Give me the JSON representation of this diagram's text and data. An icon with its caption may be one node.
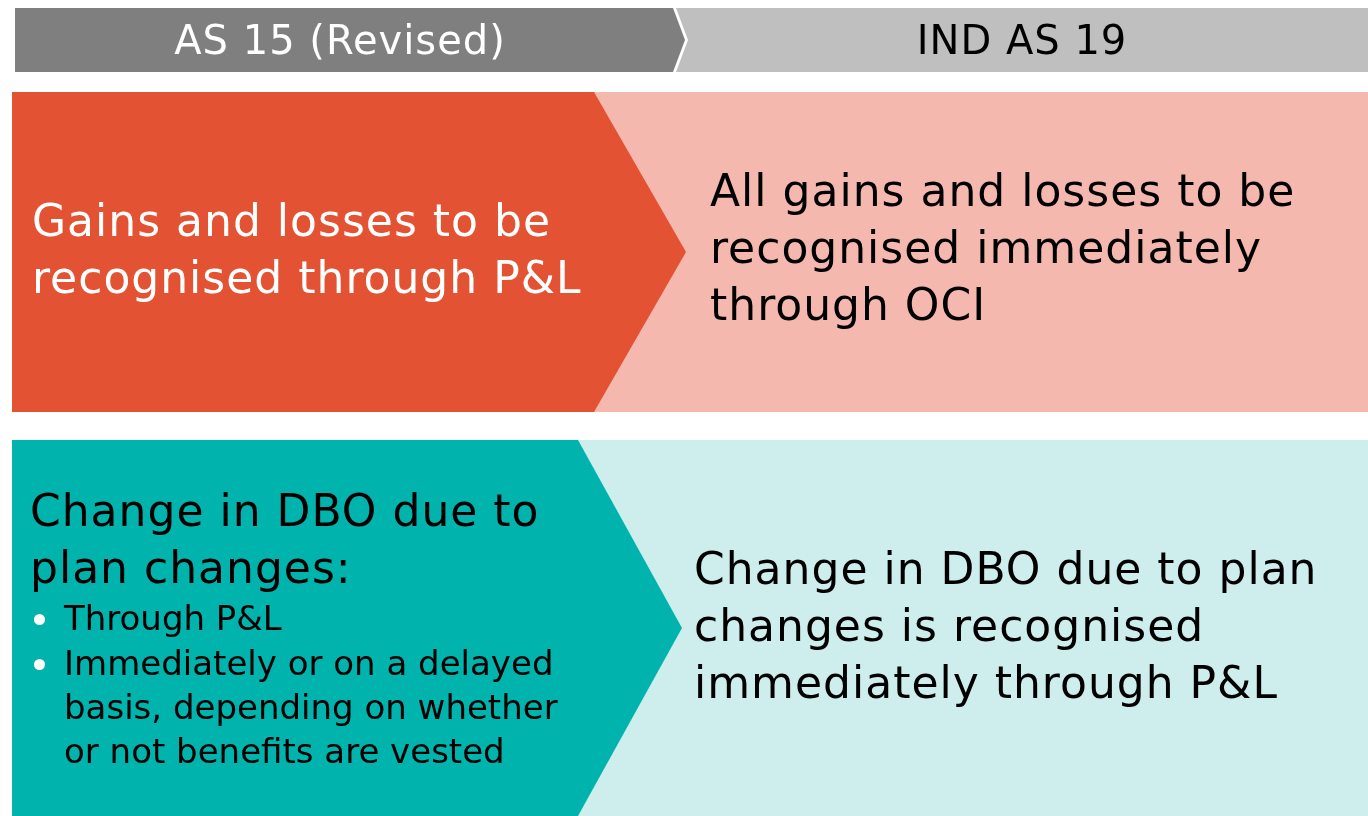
{
  "diagram": {
    "nodes": [
      {
        "text": [
          "AS 15 (Revised)"
        ]
      },
      {
        "text": [
          "IND AS 19"
        ]
      },
      {
        "text": [
          "Gains and losses to be recognised through P&L"
        ]
      },
      {
        "text": [
          "All gains and losses to be recognised immediately through OCI"
        ]
      },
      {
        "text": [
          "Change in DBO due to plan changes:",
          "Through P&L",
          "Immediately or on a delayed basis, depending on whether or not benefits are vested"
        ]
      },
      {
        "text": [
          "Change in DBO due to plan changes is recognised immediately through P&L"
        ]
      }
    ]
  }
}
